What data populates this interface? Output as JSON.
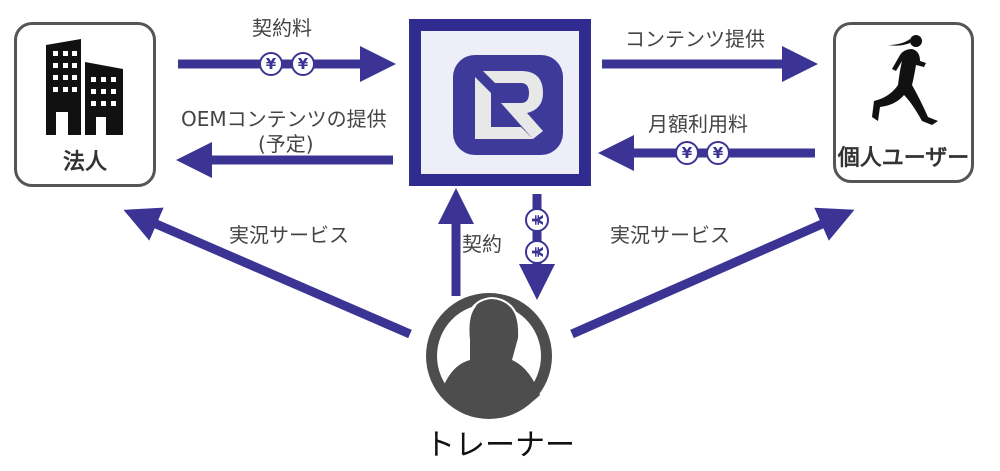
{
  "nodes": {
    "corporate": {
      "label": "法人",
      "icon": "office-building-icon"
    },
    "platform": {
      "logo": "lr-logo-icon"
    },
    "individual": {
      "label": "個人ユーザー",
      "icon": "runner-icon"
    },
    "trainer": {
      "label": "トレーナー",
      "icon": "headset-person-icon"
    }
  },
  "flows": {
    "contract_fee": {
      "label": "契約料",
      "coin_symbol": "¥"
    },
    "oem": {
      "label_line1": "OEMコンテンツの提供",
      "label_line2": "(予定)"
    },
    "content": {
      "label": "コンテンツ提供"
    },
    "monthly_fee": {
      "label": "月額利用料",
      "coin_symbol": "¥"
    },
    "contract": {
      "label": "契約",
      "coin_symbol": "¥"
    },
    "live_left": {
      "label": "実況サービス"
    },
    "live_right": {
      "label": "実況サービス"
    }
  },
  "colors": {
    "arrow": "#3b3494",
    "frame": "#2f2b8f",
    "icon": "#4d4d4d"
  }
}
